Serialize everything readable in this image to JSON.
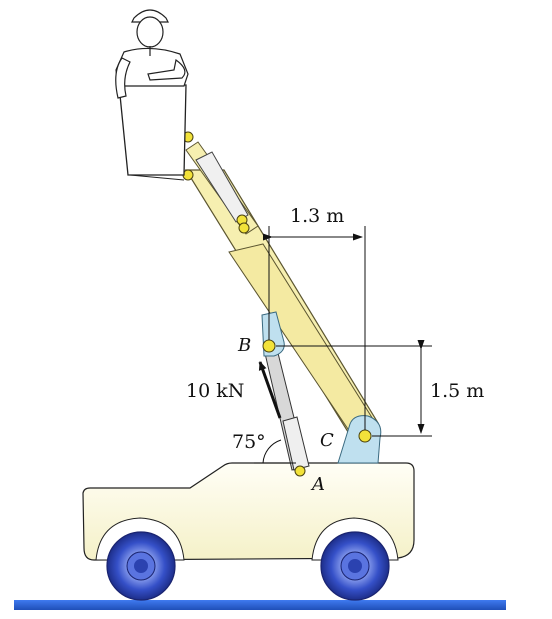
{
  "labels": {
    "point_b": "B",
    "point_c": "C",
    "point_a": "A",
    "dim_horizontal": "1.3 m",
    "dim_vertical": "1.5 m",
    "force": "10 kN",
    "angle": "75°"
  },
  "colors": {
    "boom_fill": "#f6efb0",
    "boom_stroke": "#5b5530",
    "bracket_fill": "#bfe0ef",
    "pin_fill": "#f2e23a",
    "truck_fill": "#fdfcea",
    "wheel_blue": "#3550c8",
    "ground": "#2f66d6",
    "line": "#111111"
  },
  "icons": [
    "worker-figure",
    "truck-body",
    "wheel-icon"
  ]
}
